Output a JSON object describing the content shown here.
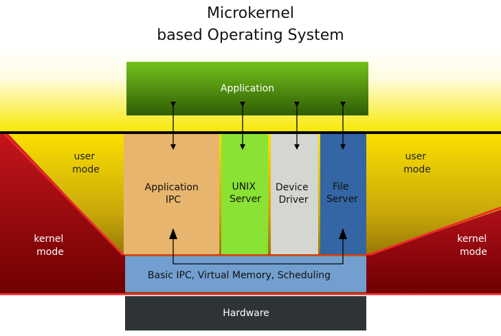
{
  "title": {
    "line1": "Microkernel",
    "line2": "based Operating System"
  },
  "zones": {
    "user_left": [
      "user",
      "mode"
    ],
    "user_right": [
      "user",
      "mode"
    ],
    "kernel_left": [
      "kernel",
      "mode"
    ],
    "kernel_right": [
      "kernel",
      "mode"
    ]
  },
  "blocks": {
    "application": "Application",
    "application_ipc": [
      "Application",
      "IPC"
    ],
    "unix_server": [
      "UNIX",
      "Server"
    ],
    "device_driver": [
      "Device",
      "Driver"
    ],
    "file_server": [
      "File",
      "Server"
    ],
    "kernel_services": "Basic IPC, Virtual Memory, Scheduling",
    "hardware": "Hardware"
  },
  "colors": {
    "application": "#4f8c12",
    "application_ipc": "#e8b56e",
    "unix_server": "#8ae234",
    "device_driver": "#d3d7cf",
    "file_server": "#3465a4",
    "kernel_services": "#729fcf",
    "hardware": "#2e3436",
    "kernel_zone": "#a40000",
    "user_zone": "#f5d800",
    "boundary_line": "#ef2929"
  }
}
